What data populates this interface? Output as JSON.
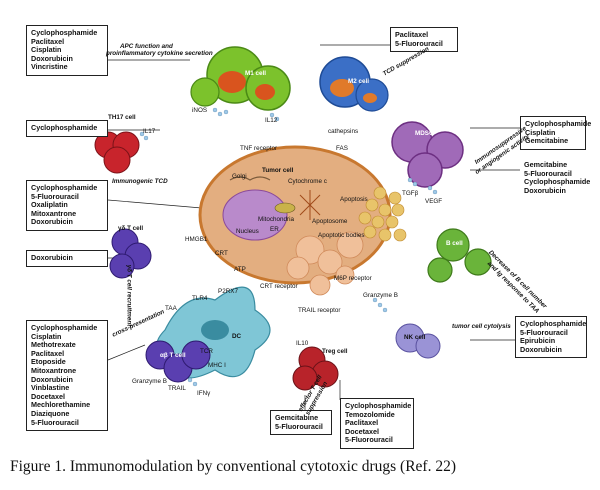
{
  "caption": "Figure 1. Immunomodulation by conventional cytotoxic drugs (Ref. 22)",
  "drug_boxes": {
    "top_left": [
      "Cyclophosphamide",
      "Paclitaxel",
      "Cisplatin",
      "Doxorubicin",
      "Vincristine"
    ],
    "th17": [
      "Cyclophosphamide"
    ],
    "immunogenic": [
      "Cyclophosphamide",
      "5-Fluorouracil",
      "Oxaliplatin",
      "Mitoxantrone",
      "Doxorubicin"
    ],
    "gd": [
      "Doxorubicin"
    ],
    "bottom_left": [
      "Cyclophosphamide",
      "Cisplatin",
      "Methotrexate",
      "Paclitaxel",
      "Etoposide",
      "Mitoxantrone",
      "Doxorubicin",
      "Vinblastine",
      "Docetaxel",
      "Mechlorethamine",
      "Diaziquone",
      "5-Fluorouracil"
    ],
    "top_mid": [
      "Paclitaxel",
      "5-Fluorouracil"
    ],
    "mdsc_right": [
      "Cyclophosphamide",
      "Cisplatin",
      "Gemcitabine"
    ],
    "mdsc_right2": [
      "Gemcitabine",
      "5-Fluorouracil",
      "Cyclophosphamide",
      "Doxorubicin"
    ],
    "bcell_right": [
      "Cyclophosphamide",
      "5-Fluorouracil",
      "Epirubicin",
      "Doxorubicin"
    ],
    "treg_bottom": [
      "Cyclophosphamide",
      "Temozolomide",
      "Paclitaxel",
      "Docetaxel",
      "5-Fluorouracil"
    ],
    "treg_left": [
      "Gemcitabine",
      "5-Fluorouracil"
    ]
  },
  "labels": {
    "apc_function": "APC function and",
    "apc_function2": "proinflammatory cytokine secretion",
    "m1_cell": "M1 cell",
    "m2_cell": "M2 cell",
    "inos": "iNOS",
    "il12": "IL12",
    "cathepsins": "cathepsins",
    "tcd_suppression": "TCD suppression",
    "th17_cell": "TH17 cell",
    "il17": "IL17",
    "tnf_receptor": "TNF receptor",
    "fas": "FAS",
    "tumor_cell": "Tumor cell",
    "golgi": "Golgi",
    "cytochrome_c": "Cytochrome c",
    "apoptosis": "Apoptosis",
    "apoptosome": "Apoptosome",
    "apoptotic_bodies": "Apoptotic bodies",
    "mitochondria": "Mitochondria",
    "er": "ER",
    "nucleus": "Nucleus",
    "mdsc": "MDSC",
    "tgfb": "TGFβ",
    "vegf": "VEGF",
    "immunogenic_tcd": "Immunogenic TCD",
    "gd_t_cell": "γδ T cell",
    "gd_recruitment": "γδ T cell recruitment",
    "hmgb1": "HMGB1",
    "crt": "CRT",
    "atp": "ATP",
    "p2rx7": "P2RX7",
    "crt_receptor": "CRT receptor",
    "tlr4": "TLR4",
    "taa": "TAA",
    "dc": "DC",
    "cross_presentation": "cross-presentation",
    "ab_t_cell": "αβ T cell",
    "granzyme_b": "Granzyme B",
    "tcr": "TCR",
    "trail": "TRAIL",
    "ifng": "IFNγ",
    "mhc_i": "MHC I",
    "m6p_receptor": "M6P receptor",
    "trail_receptor": "TRAIL receptor",
    "granzyme_b2": "Granzyme B",
    "treg_cell": "Treg cell",
    "il10": "IL10",
    "effector_t_suppression": "effector T cell",
    "effector_t_suppression2": "suppression",
    "nk_cell": "NK cell",
    "tumor_cytolysis": "tumor cell cytolysis",
    "b_cell": "B cell",
    "decrease_b": "Decrease of B cell number",
    "decrease_b2": "and Ig response to TAA",
    "immunosuppressive": "Immunosuppressive",
    "immunosuppressive2": "or angiogenic activity"
  },
  "colors": {
    "m1": "#7cc22c",
    "m1_nucleus": "#d9541e",
    "m2": "#3b6fc6",
    "m2_nucleus": "#e07a2a",
    "th17": "#c8242c",
    "tumor": "#d9a070",
    "tumor_border": "#c8782f",
    "mdsc": "#8b4a9a",
    "gd": "#5a3fb0",
    "dc": "#7fc6d6",
    "treg": "#b8232a",
    "nk": "#9a93d6",
    "bcell": "#6ab43a"
  }
}
